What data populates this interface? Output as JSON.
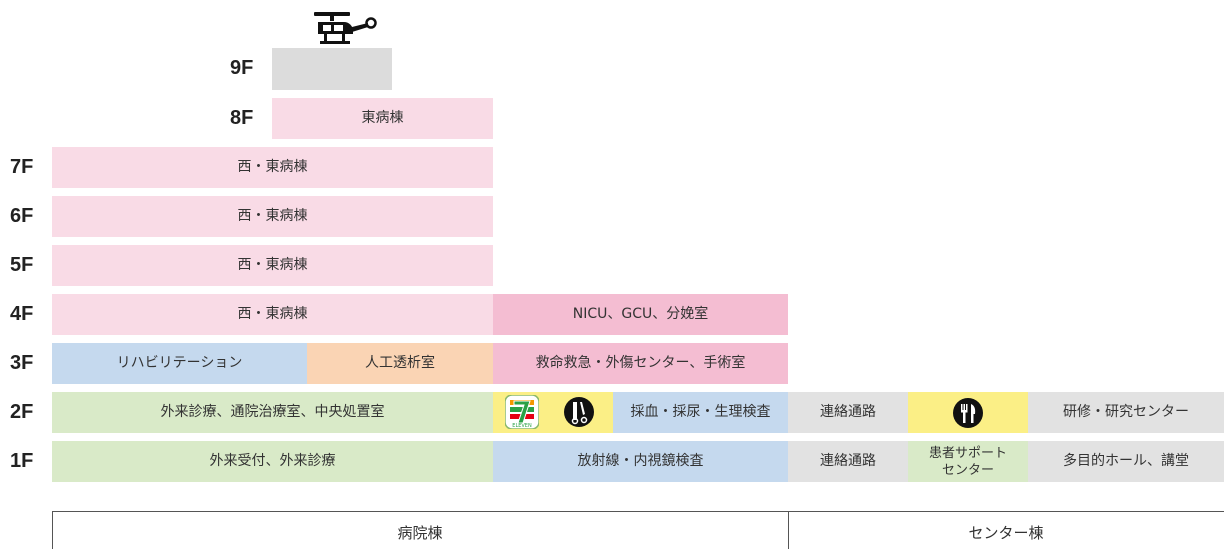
{
  "floors": {
    "f9": "9F",
    "f8": "8F",
    "f7": "7F",
    "f6": "6F",
    "f5": "5F",
    "f4": "4F",
    "f3": "3F",
    "f2": "2F",
    "f1": "1F"
  },
  "areas": {
    "f9_rooftop": "",
    "f8_east_ward": "東病棟",
    "f7_west_east_ward": "西・東病棟",
    "f6_west_east_ward": "西・東病棟",
    "f5_west_east_ward": "西・東病棟",
    "f4_west_east_ward": "西・東病棟",
    "f4_nicu": "NICU、GCU、分娩室",
    "f3_rehab": "リハビリテーション",
    "f3_dialysis": "人工透析室",
    "f3_emergency": "救命救急・外傷センター、手術室",
    "f2_outpatient": "外来診療、通院治療室、中央処置室",
    "f2_lab": "採血・採尿・生理検査",
    "f2_corridor": "連絡通路",
    "f2_training": "研修・研究センター",
    "f1_reception": "外来受付、外来診療",
    "f1_radiology": "放射線・内視鏡検査",
    "f1_corridor": "連絡通路",
    "f1_patient_support": "患者サポート\nセンター",
    "f1_hall": "多目的ホール、講堂"
  },
  "footer": {
    "hospital_building": "病院棟",
    "center_building": "センター棟"
  },
  "icons": {
    "heliport": "helicopter-icon",
    "convenience_store": "seven-eleven-icon",
    "barber": "barber-scissors-icon",
    "restaurant": "fork-knife-icon"
  },
  "colors": {
    "ward_pink": "#f9dbe6",
    "maternity_pink": "#f4bdd2",
    "rooftop_gray": "#dcdcdc",
    "rehab_blue": "#c5d9ee",
    "dialysis_peach": "#fad4b4",
    "outpatient_green": "#d9eac8",
    "amenity_yellow": "#fbef86",
    "corridor_gray": "#e2e2e2"
  }
}
